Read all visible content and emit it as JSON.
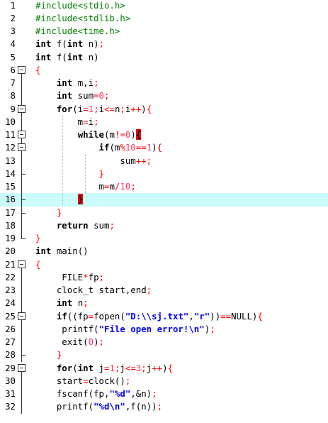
{
  "editor": {
    "lines": [
      {
        "n": "1",
        "fold": "none",
        "tokens": [
          [
            "pre",
            "#include<stdio.h>"
          ]
        ]
      },
      {
        "n": "2",
        "fold": "none",
        "tokens": [
          [
            "pre",
            "#include<stdlib.h>"
          ]
        ]
      },
      {
        "n": "3",
        "fold": "none",
        "tokens": [
          [
            "pre",
            "#include<time.h>"
          ]
        ]
      },
      {
        "n": "4",
        "fold": "none",
        "tokens": [
          [
            "kw",
            "int"
          ],
          [
            "id",
            " f("
          ],
          [
            "kw",
            "int"
          ],
          [
            "id",
            " n)"
          ],
          [
            "op",
            ";"
          ]
        ]
      },
      {
        "n": "5",
        "fold": "none",
        "tokens": [
          [
            "kw",
            "int"
          ],
          [
            "id",
            " f("
          ],
          [
            "kw",
            "int"
          ],
          [
            "id",
            " n)"
          ]
        ]
      },
      {
        "n": "6",
        "fold": "open",
        "tokens": [
          [
            "br",
            "{"
          ]
        ]
      },
      {
        "n": "7",
        "fold": "line",
        "tokens": [
          [
            "id",
            "    "
          ],
          [
            "kw",
            "int"
          ],
          [
            "id",
            " m,i"
          ],
          [
            "op",
            ";"
          ]
        ]
      },
      {
        "n": "8",
        "fold": "line",
        "tokens": [
          [
            "id",
            "    "
          ],
          [
            "kw",
            "int"
          ],
          [
            "id",
            " sum"
          ],
          [
            "op",
            "="
          ],
          [
            "num",
            "0"
          ],
          [
            "op",
            ";"
          ]
        ]
      },
      {
        "n": "9",
        "fold": "open",
        "tokens": [
          [
            "id",
            "    "
          ],
          [
            "kw",
            "for"
          ],
          [
            "id",
            "(i"
          ],
          [
            "op",
            "="
          ],
          [
            "num",
            "1"
          ],
          [
            "op",
            ";"
          ],
          [
            "id",
            "i"
          ],
          [
            "op",
            "<="
          ],
          [
            "id",
            "n"
          ],
          [
            "op",
            ";"
          ],
          [
            "id",
            "i"
          ],
          [
            "op",
            "++"
          ],
          [
            "id",
            ")"
          ],
          [
            "br",
            "{"
          ]
        ]
      },
      {
        "n": "10",
        "fold": "line",
        "tokens": [
          [
            "id",
            "        m"
          ],
          [
            "op",
            "="
          ],
          [
            "id",
            "i"
          ],
          [
            "op",
            ";"
          ]
        ]
      },
      {
        "n": "11",
        "fold": "open",
        "tokens": [
          [
            "id",
            "        "
          ],
          [
            "kw",
            "while"
          ],
          [
            "id",
            "(m"
          ],
          [
            "op",
            "!="
          ],
          [
            "num",
            "0"
          ],
          [
            "id",
            ")"
          ],
          [
            "match",
            "{"
          ]
        ]
      },
      {
        "n": "12",
        "fold": "open",
        "tokens": [
          [
            "id",
            "            "
          ],
          [
            "kw",
            "if"
          ],
          [
            "id",
            "(m"
          ],
          [
            "op",
            "%"
          ],
          [
            "num",
            "10"
          ],
          [
            "op",
            "=="
          ],
          [
            "num",
            "1"
          ],
          [
            "id",
            ")"
          ],
          [
            "br",
            "{"
          ]
        ]
      },
      {
        "n": "13",
        "fold": "line",
        "tokens": [
          [
            "id",
            "                sum"
          ],
          [
            "op",
            "++;"
          ]
        ]
      },
      {
        "n": "14",
        "fold": "end",
        "tokens": [
          [
            "id",
            "            "
          ],
          [
            "br",
            "}"
          ]
        ]
      },
      {
        "n": "15",
        "fold": "line",
        "tokens": [
          [
            "id",
            "            m"
          ],
          [
            "op",
            "="
          ],
          [
            "id",
            "m"
          ],
          [
            "op",
            "/"
          ],
          [
            "num",
            "10"
          ],
          [
            "op",
            ";"
          ]
        ]
      },
      {
        "n": "16",
        "fold": "end",
        "current": true,
        "tokens": [
          [
            "id",
            "        "
          ],
          [
            "match",
            "}"
          ]
        ]
      },
      {
        "n": "17",
        "fold": "end",
        "tokens": [
          [
            "id",
            "    "
          ],
          [
            "br",
            "}"
          ]
        ]
      },
      {
        "n": "18",
        "fold": "line",
        "tokens": [
          [
            "id",
            "    "
          ],
          [
            "kw",
            "return"
          ],
          [
            "id",
            " sum"
          ],
          [
            "op",
            ";"
          ]
        ]
      },
      {
        "n": "19",
        "fold": "end",
        "tokens": [
          [
            "br",
            "}"
          ]
        ]
      },
      {
        "n": "20",
        "fold": "none",
        "tokens": [
          [
            "kw",
            "int"
          ],
          [
            "id",
            " main()"
          ]
        ]
      },
      {
        "n": "21",
        "fold": "open",
        "tokens": [
          [
            "br",
            "{"
          ]
        ]
      },
      {
        "n": "22",
        "fold": "line",
        "tokens": [
          [
            "id",
            "     FILE"
          ],
          [
            "op",
            "*"
          ],
          [
            "id",
            "fp"
          ],
          [
            "op",
            ";"
          ]
        ]
      },
      {
        "n": "23",
        "fold": "line",
        "tokens": [
          [
            "id",
            "    clock_t start,end"
          ],
          [
            "op",
            ";"
          ]
        ]
      },
      {
        "n": "24",
        "fold": "line",
        "tokens": [
          [
            "id",
            "    "
          ],
          [
            "kw",
            "int"
          ],
          [
            "id",
            " n"
          ],
          [
            "op",
            ";"
          ]
        ]
      },
      {
        "n": "25",
        "fold": "open",
        "tokens": [
          [
            "id",
            "    "
          ],
          [
            "kw",
            "if"
          ],
          [
            "id",
            "((fp"
          ],
          [
            "op",
            "="
          ],
          [
            "id",
            "fopen("
          ],
          [
            "str",
            "\"D:\\\\sj.txt\""
          ],
          [
            "id",
            ","
          ],
          [
            "str",
            "\"r\""
          ],
          [
            "id",
            "))"
          ],
          [
            "op",
            "=="
          ],
          [
            "id",
            "NULL)"
          ],
          [
            "br",
            "{"
          ]
        ]
      },
      {
        "n": "26",
        "fold": "line",
        "tokens": [
          [
            "id",
            "     printf("
          ],
          [
            "str",
            "\"File open error!\\n\""
          ],
          [
            "id",
            ")"
          ],
          [
            "op",
            ";"
          ]
        ]
      },
      {
        "n": "27",
        "fold": "line",
        "tokens": [
          [
            "id",
            "     exit("
          ],
          [
            "num",
            "0"
          ],
          [
            "id",
            ")"
          ],
          [
            "op",
            ";"
          ]
        ]
      },
      {
        "n": "28",
        "fold": "end",
        "tokens": [
          [
            "id",
            "    "
          ],
          [
            "br",
            "}"
          ]
        ]
      },
      {
        "n": "29",
        "fold": "open",
        "tokens": [
          [
            "id",
            "    "
          ],
          [
            "kw",
            "for"
          ],
          [
            "id",
            "("
          ],
          [
            "kw",
            "int"
          ],
          [
            "id",
            " j"
          ],
          [
            "op",
            "="
          ],
          [
            "num",
            "1"
          ],
          [
            "op",
            ";"
          ],
          [
            "id",
            "j"
          ],
          [
            "op",
            "<="
          ],
          [
            "num",
            "3"
          ],
          [
            "op",
            ";"
          ],
          [
            "id",
            "j"
          ],
          [
            "op",
            "++"
          ],
          [
            "id",
            ")"
          ],
          [
            "br",
            "{"
          ]
        ]
      },
      {
        "n": "30",
        "fold": "line",
        "tokens": [
          [
            "id",
            "    start"
          ],
          [
            "op",
            "="
          ],
          [
            "id",
            "clock()"
          ],
          [
            "op",
            ";"
          ]
        ]
      },
      {
        "n": "31",
        "fold": "line",
        "tokens": [
          [
            "id",
            "    fscanf(fp,"
          ],
          [
            "str",
            "\"%d\""
          ],
          [
            "id",
            ",&n)"
          ],
          [
            "op",
            ";"
          ]
        ]
      },
      {
        "n": "32",
        "fold": "line",
        "tokens": [
          [
            "id",
            "    printf("
          ],
          [
            "str",
            "\"%d\\n\""
          ],
          [
            "id",
            ",f(n))"
          ],
          [
            "op",
            ";"
          ]
        ]
      }
    ]
  }
}
